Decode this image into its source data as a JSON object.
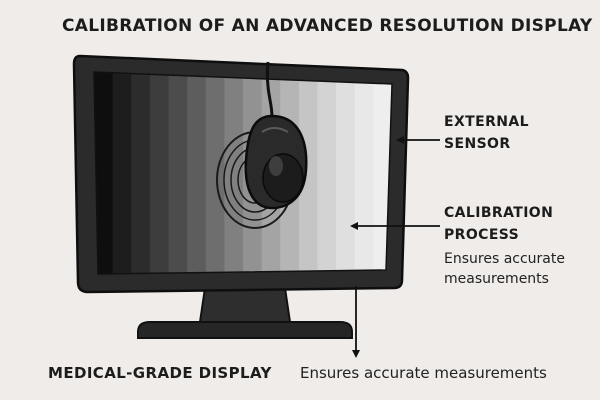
{
  "title": "CALIBRATION OF AN ADVANCED RESOLUTION DISPLAY",
  "labels": {
    "sensor_line1": "EXTERNAL",
    "sensor_line2": "SENSOR",
    "process_line1": "CALIBRATION",
    "process_line2": "PROCESS",
    "process_desc_line1": "Ensures accurate",
    "process_desc_line2": "measurements",
    "display": "MEDICAL-GRADE DISPLAY",
    "bottom_desc": "Ensures accurate measurements"
  },
  "colors": {
    "background": "#efecea",
    "ink": "#1c1c1c",
    "bezel": "#2b2b2b",
    "sensor": "#2a2a2a"
  },
  "grayscale_steps": [
    "#0e0e0e",
    "#1d1d1d",
    "#2c2c2c",
    "#3c3c3c",
    "#4c4c4c",
    "#5d5d5d",
    "#6e6e6e",
    "#808080",
    "#929292",
    "#a4a4a4",
    "#b5b5b5",
    "#c5c5c5",
    "#d3d3d3",
    "#dfdfdf",
    "#e8e8e8",
    "#eeeeee"
  ]
}
